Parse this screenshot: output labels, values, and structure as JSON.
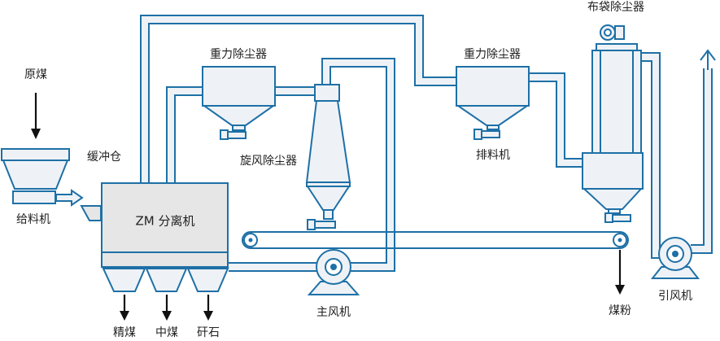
{
  "colors": {
    "line": "#1e70a6",
    "pipe_fill": "#eef2f6",
    "equipment_fill": "#eef2f6",
    "separator_fill": "#e6e6e6",
    "arrow": "#111111",
    "text": "#222222"
  },
  "labels": {
    "raw_coal": "原煤",
    "buffer_bin": "缓冲仓",
    "feeder": "给料机",
    "separator": "ZM 分离机",
    "clean_coal": "精煤",
    "middlings": "中煤",
    "gangue": "矸石",
    "gravity_collector_1": "重力除尘器",
    "cyclone": "旋风除尘器",
    "main_fan": "主风机",
    "coal_powder": "煤粉",
    "gravity_collector_2": "重力除尘器",
    "discharger": "排料机",
    "bag_filter": "布袋除尘器",
    "induced_fan": "引风机"
  }
}
